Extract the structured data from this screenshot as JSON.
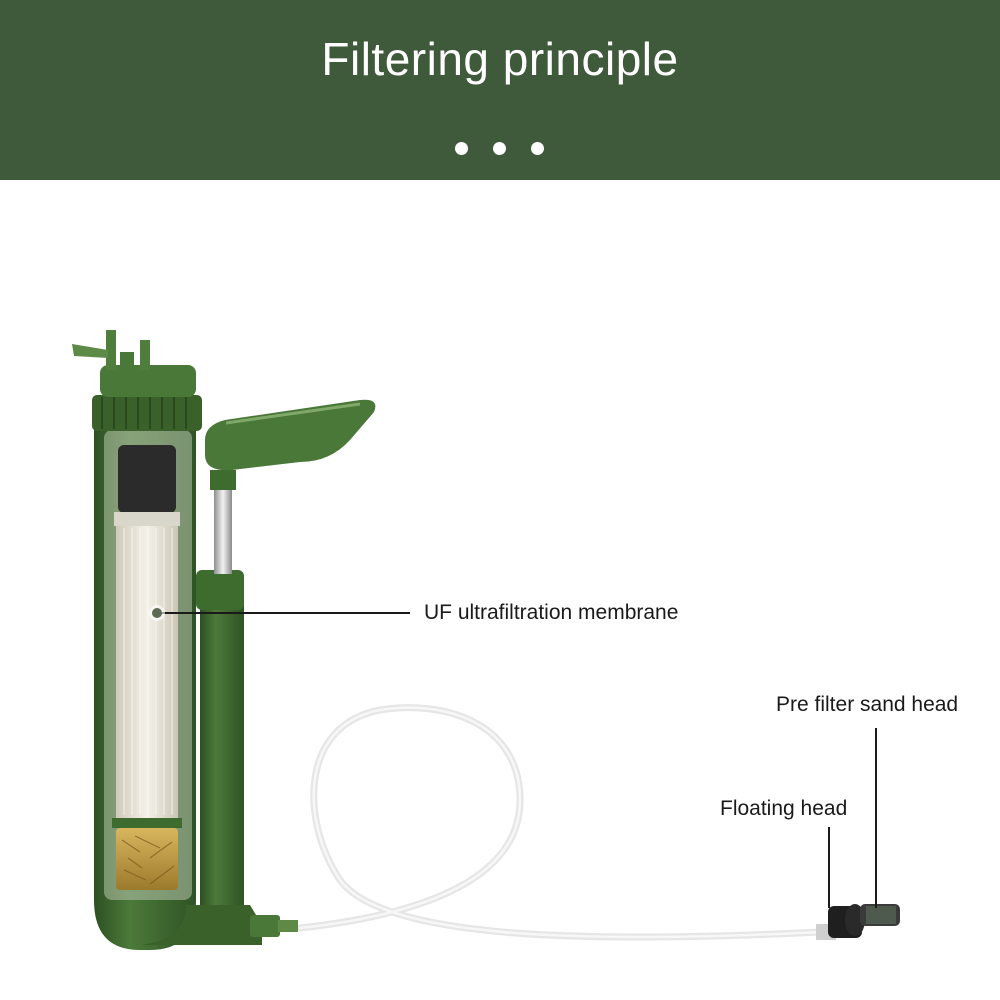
{
  "header": {
    "title": "Filtering principle",
    "background": "#3f5a3a",
    "dots": [
      "dot",
      "dot",
      "dot"
    ]
  },
  "callouts": {
    "membrane": "UF ultrafiltration membrane",
    "prefilter": "Pre filter sand head",
    "floating": "Floating head"
  },
  "colors": {
    "body_green": "#3e6b2e",
    "dark_green": "#2d4f22",
    "membrane": "#ece8dc",
    "sand": "#c9a24a"
  }
}
